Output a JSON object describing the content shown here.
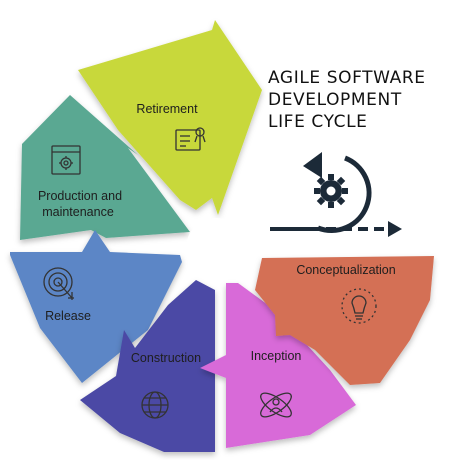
{
  "title": {
    "line1": "AGILE SOFTWARE",
    "line2": "DEVELOPMENT",
    "line3": "LIFE CYCLE"
  },
  "phases": {
    "retirement": {
      "label": "Retirement",
      "color": "#c8d83a",
      "icon": "document-certificate-icon"
    },
    "production": {
      "label_line1": "Production and",
      "label_line2": "maintenance",
      "color": "#5aa892",
      "icon": "browser-gear-icon"
    },
    "release": {
      "label": "Release",
      "color": "#5b86c6",
      "icon": "target-arrow-icon"
    },
    "construction": {
      "label": "Construction",
      "color": "#4b4aa5",
      "icon": "globe-icon"
    },
    "inception": {
      "label": "Inception",
      "color": "#d86ad8",
      "icon": "atom-person-icon"
    },
    "conceptualization": {
      "label": "Conceptualization",
      "color": "#d46f55",
      "icon": "lightbulb-icon"
    }
  },
  "cycle_icon": {
    "name": "cycle-gear-arrow-icon",
    "color": "#1c2a38"
  }
}
